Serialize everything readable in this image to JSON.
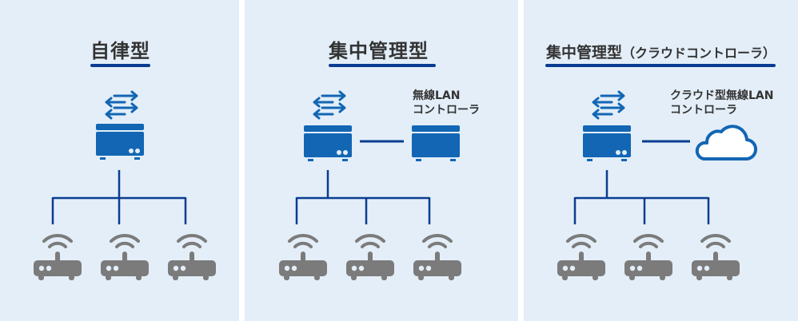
{
  "colors": {
    "panel_bg": "#e3eef8",
    "accent_blue": "#0a3d91",
    "device_blue": "#1266b4",
    "router_gray": "#7b7b7b",
    "text": "#333333"
  },
  "panels": [
    {
      "title": "自律型",
      "subtitle": "",
      "controller_label": [],
      "controller_type": "none",
      "access_points": 3
    },
    {
      "title": "集中管理型",
      "subtitle": "",
      "controller_label": [
        "無線LAN",
        "コントローラ"
      ],
      "controller_type": "hardware-controller",
      "access_points": 3
    },
    {
      "title": "集中管理型",
      "subtitle": "（クラウドコントローラ）",
      "controller_label": [
        "クラウド型無線LAN",
        "コントローラ"
      ],
      "controller_type": "cloud-controller",
      "access_points": 3
    }
  ]
}
